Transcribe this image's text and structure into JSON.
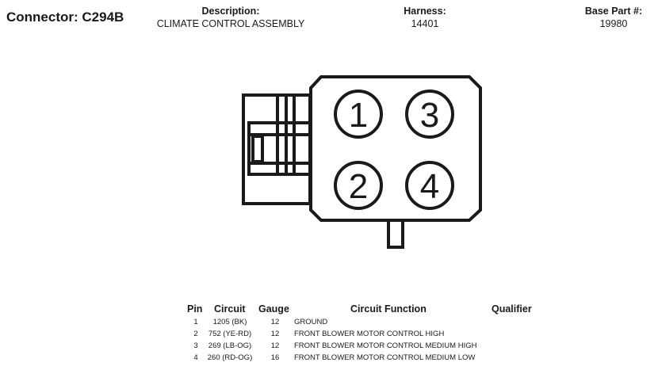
{
  "header": {
    "connector_title": "Connector: C294B",
    "description_label": "Description:",
    "description_value": "CLIMATE CONTROL ASSEMBLY",
    "harness_label": "Harness:",
    "harness_value": "14401",
    "base_part_label": "Base Part #:",
    "base_part_value": "19980"
  },
  "connector": {
    "pins": [
      "1",
      "3",
      "2",
      "4"
    ]
  },
  "table": {
    "headers": {
      "pin": "Pin",
      "circuit": "Circuit",
      "gauge": "Gauge",
      "function": "Circuit Function",
      "qualifier": "Qualifier"
    },
    "rows": [
      {
        "pin": "1",
        "circuit": "1205 (BK)",
        "gauge": "12",
        "function": "GROUND",
        "qualifier": ""
      },
      {
        "pin": "2",
        "circuit": "752 (YE-RD)",
        "gauge": "12",
        "function": "FRONT BLOWER MOTOR CONTROL HIGH",
        "qualifier": ""
      },
      {
        "pin": "3",
        "circuit": "269 (LB-OG)",
        "gauge": "12",
        "function": "FRONT BLOWER MOTOR CONTROL MEDIUM HIGH",
        "qualifier": ""
      },
      {
        "pin": "4",
        "circuit": "260 (RD-OG)",
        "gauge": "16",
        "function": "FRONT BLOWER MOTOR CONTROL MEDIUM LOW",
        "qualifier": ""
      }
    ]
  }
}
